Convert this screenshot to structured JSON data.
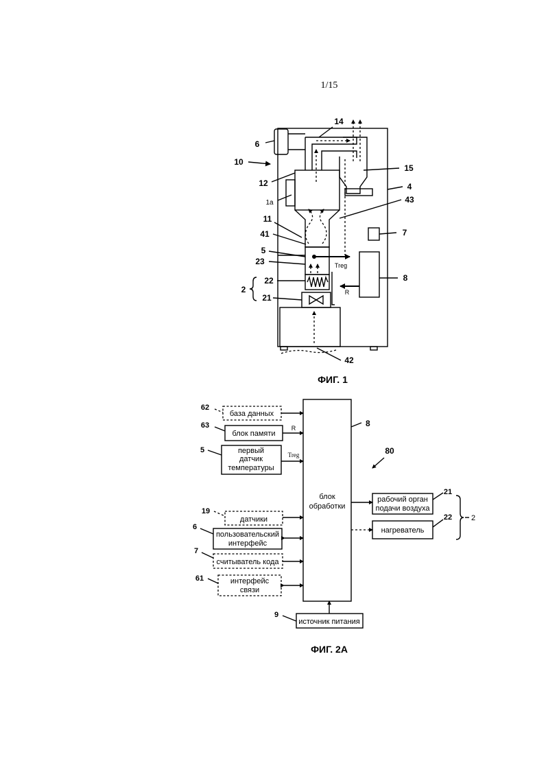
{
  "page": {
    "number": "1/15"
  },
  "fig1": {
    "caption": "ФИГ. 1",
    "labels": {
      "l6": "6",
      "l10": "10",
      "l14": "14",
      "l15": "15",
      "l12": "12",
      "l4": "4",
      "l1a": "1a",
      "l43": "43",
      "l11": "11",
      "l7": "7",
      "l41": "41",
      "l5": "5",
      "l23": "23",
      "l8": "8",
      "l22": "22",
      "l2": "2",
      "l21": "21",
      "l42": "42",
      "treg": "Treg",
      "r": "R"
    }
  },
  "fig2a": {
    "caption": "ФИГ. 2А",
    "ref80": "80",
    "processor": {
      "ref": "8",
      "line1": "блок",
      "line2": "обработки"
    },
    "inputs": [
      {
        "ref": "62",
        "label": "база данных"
      },
      {
        "ref": "63",
        "label": "блок памяти",
        "signal": "R"
      },
      {
        "ref": "5",
        "line1": "первый",
        "line2": "датчик",
        "line3": "температуры",
        "signal": "Treg"
      },
      {
        "ref": "19",
        "label": "датчики"
      },
      {
        "ref": "6",
        "line1": "пользовательский",
        "line2": "интерфейс"
      },
      {
        "ref": "7",
        "label": "считыватель кода"
      },
      {
        "ref": "61",
        "line1": "интерфейс",
        "line2": "связи"
      }
    ],
    "power": {
      "ref": "9",
      "label": "источник питания"
    },
    "outputs": [
      {
        "ref": "21",
        "line1": "рабочий орган",
        "line2": "подачи воздуха"
      },
      {
        "ref": "22",
        "label": "нагреватель"
      }
    ],
    "group_ref": "2"
  }
}
